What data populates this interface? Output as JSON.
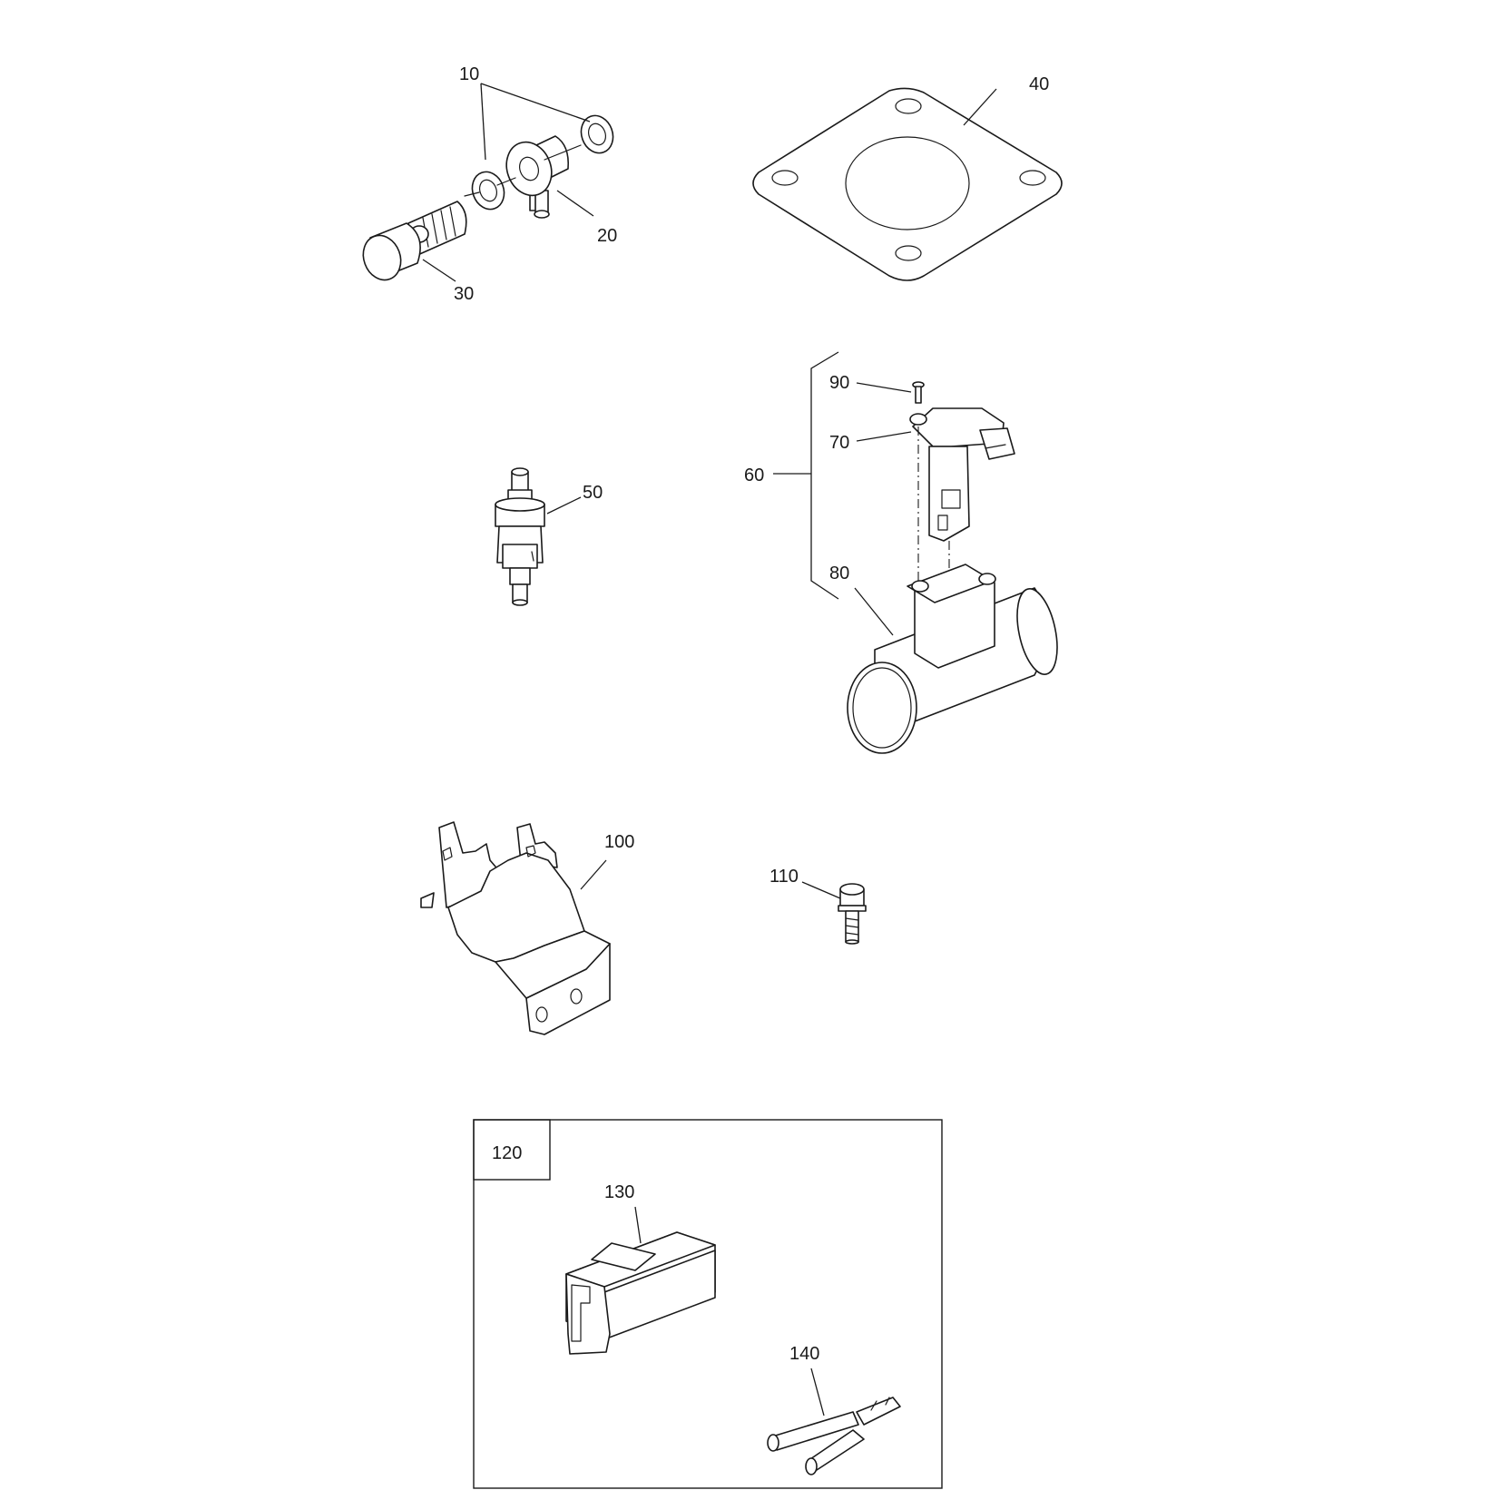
{
  "callouts": {
    "c10": "10",
    "c20": "20",
    "c30": "30",
    "c40": "40",
    "c50": "50",
    "c60": "60",
    "c70": "70",
    "c80": "80",
    "c90": "90",
    "c100": "100",
    "c110": "110",
    "c120": "120",
    "c130": "130",
    "c140": "140"
  }
}
